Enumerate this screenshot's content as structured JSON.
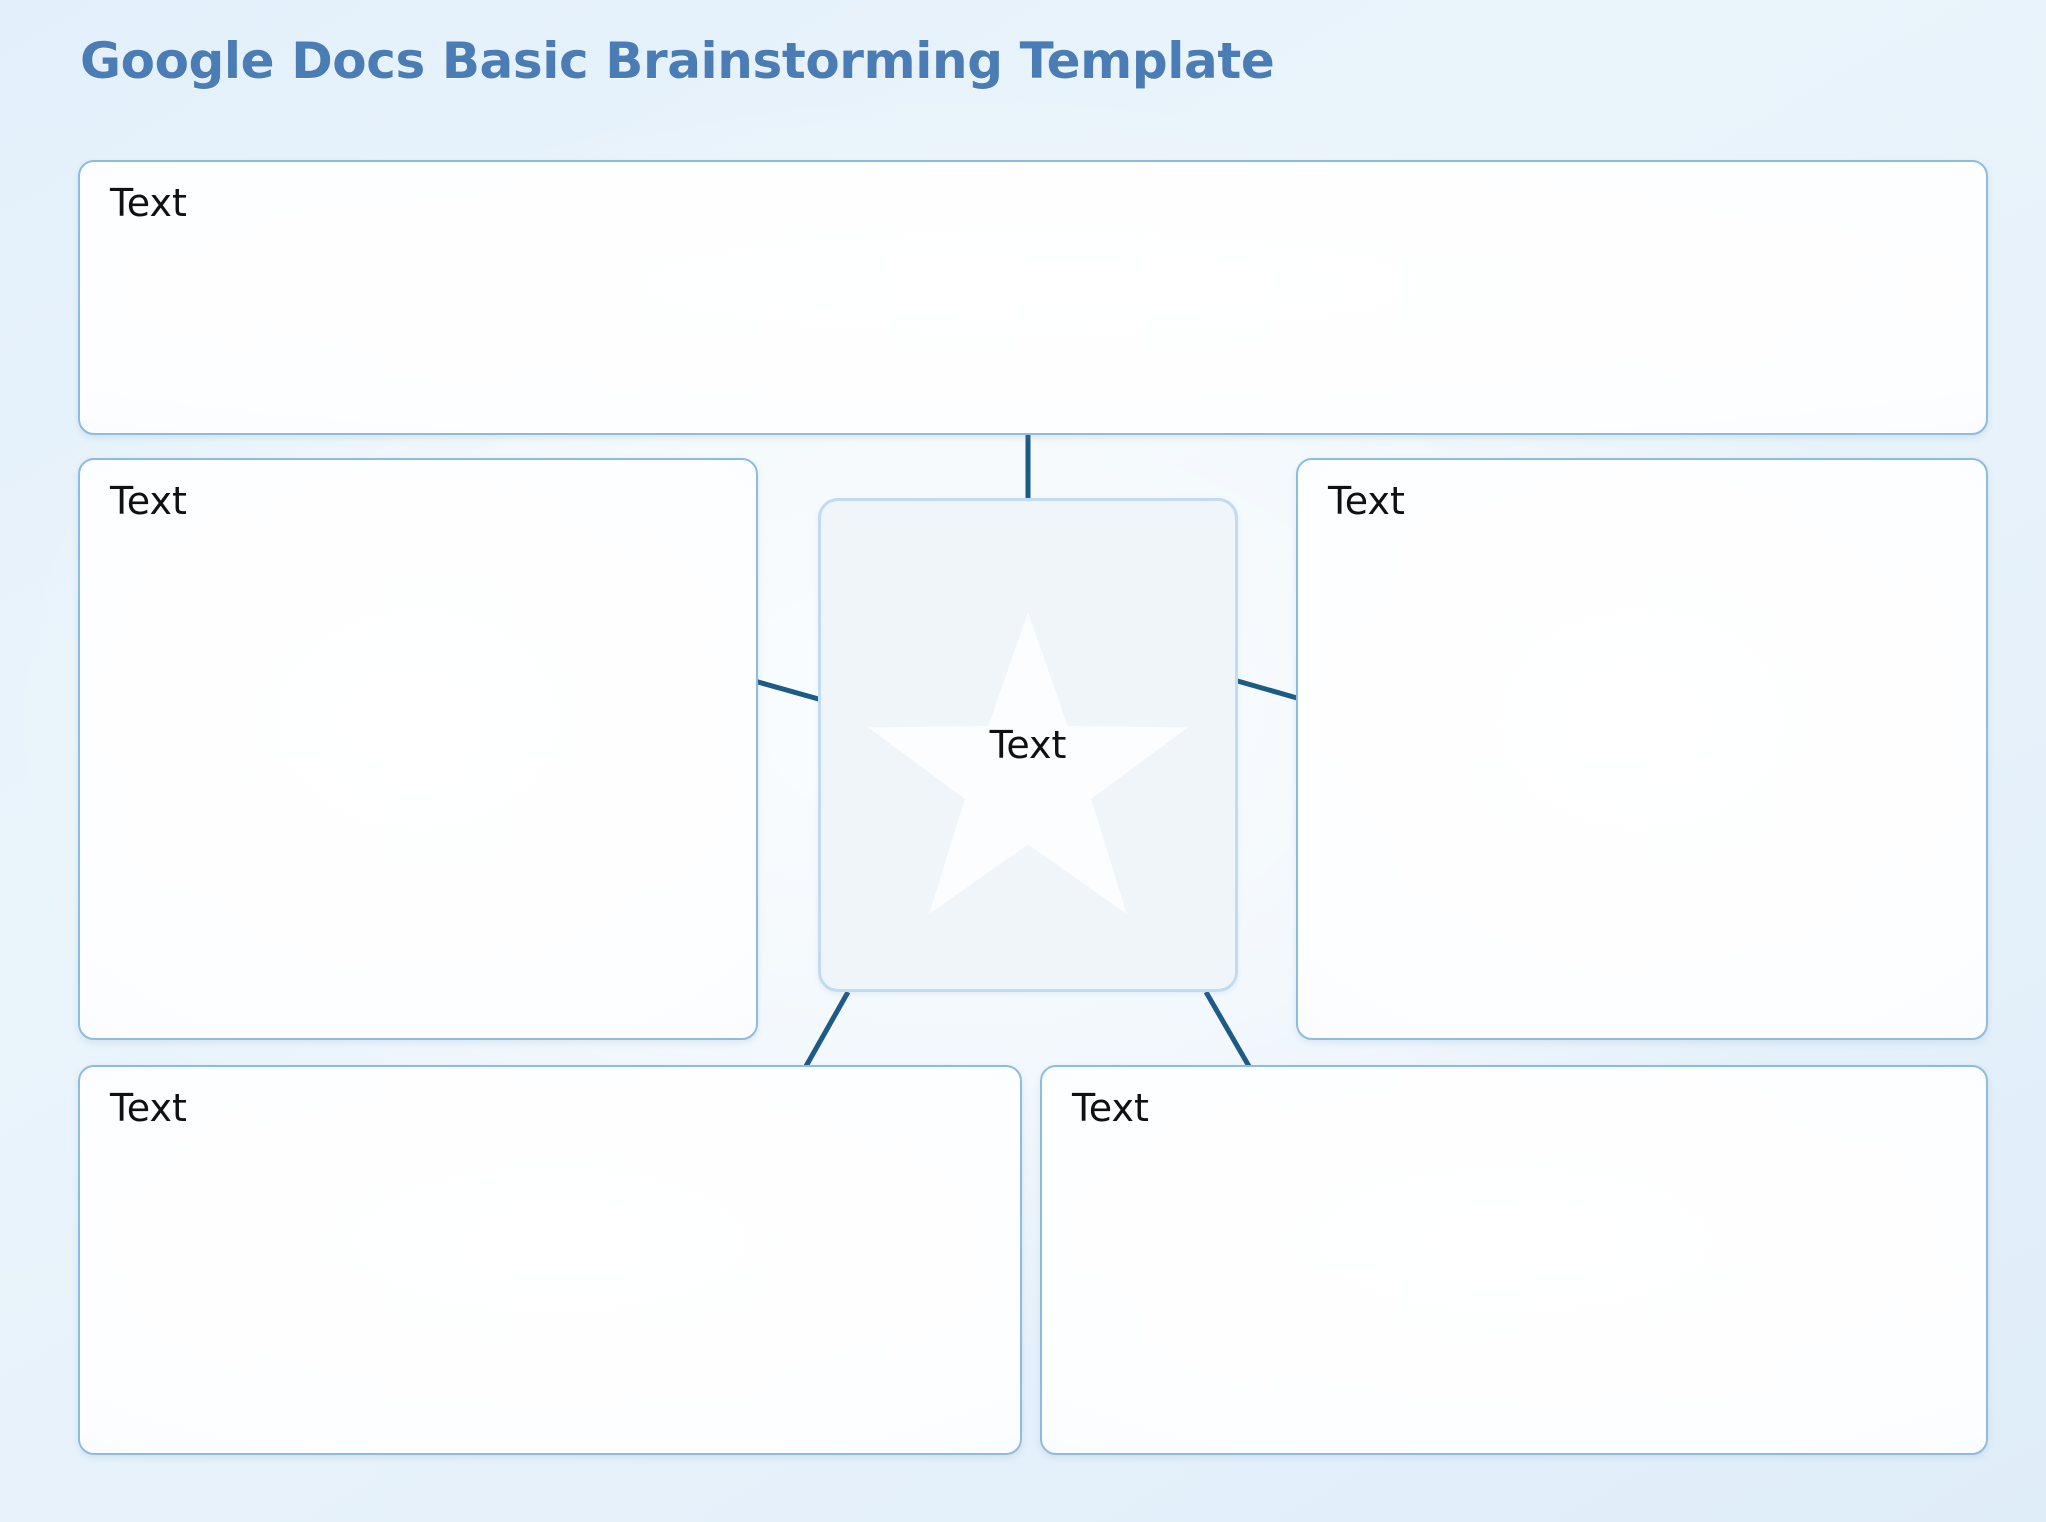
{
  "document": {
    "title": "Google Docs Basic Brainstorming Template",
    "title_color": "#4a7cb5",
    "background_color": "#e6f1fa"
  },
  "theme": {
    "box_border_color": "#8fbbdd",
    "box_fill_color": "#ffffff",
    "center_border_color": "#bfdcf2",
    "center_fill_color": "#eff5f9",
    "connector_color": "#1d5b87",
    "star_color": "#fbfdfe",
    "label_color": "#111111"
  },
  "diagram": {
    "type": "brainstorming-web",
    "center": {
      "label": "Text",
      "icon": "star-icon"
    },
    "branches": [
      {
        "id": "top",
        "label": "Text",
        "position": "top"
      },
      {
        "id": "left",
        "label": "Text",
        "position": "left"
      },
      {
        "id": "right",
        "label": "Text",
        "position": "right"
      },
      {
        "id": "bottom-left",
        "label": "Text",
        "position": "bottom-left"
      },
      {
        "id": "bottom-right",
        "label": "Text",
        "position": "bottom-right"
      }
    ],
    "connectors": [
      {
        "from": "center",
        "to": "top"
      },
      {
        "from": "center",
        "to": "left"
      },
      {
        "from": "center",
        "to": "right"
      },
      {
        "from": "center",
        "to": "bottom-left"
      },
      {
        "from": "center",
        "to": "bottom-right"
      }
    ]
  }
}
